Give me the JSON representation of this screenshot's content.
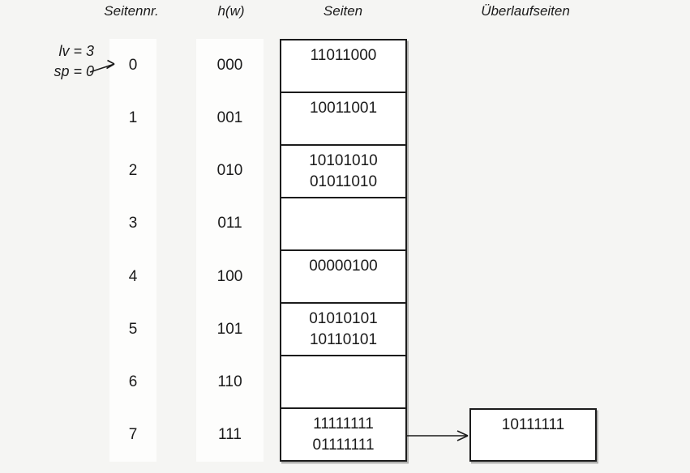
{
  "colors": {
    "background": "#f5f5f3",
    "surface": "#ffffff",
    "strip": "#fdfdfc",
    "ink": "#1b1b1b",
    "border": "#1c1c1c"
  },
  "headers": {
    "seitennr": "Seitennr.",
    "hw": "h(w)",
    "seiten": "Seiten",
    "ueberlaufseiten": "Überlaufseiten"
  },
  "annotation": {
    "lv": "lv = 3",
    "sp": "sp = 0"
  },
  "table": {
    "rows": [
      {
        "nr": "0",
        "hw": "000",
        "entries": [
          "11011000"
        ]
      },
      {
        "nr": "1",
        "hw": "001",
        "entries": [
          "10011001"
        ]
      },
      {
        "nr": "2",
        "hw": "010",
        "entries": [
          "10101010",
          "01011010"
        ]
      },
      {
        "nr": "3",
        "hw": "011",
        "entries": []
      },
      {
        "nr": "4",
        "hw": "100",
        "entries": [
          "00000100"
        ]
      },
      {
        "nr": "5",
        "hw": "101",
        "entries": [
          "01010101",
          "10110101"
        ]
      },
      {
        "nr": "6",
        "hw": "110",
        "entries": []
      },
      {
        "nr": "7",
        "hw": "111",
        "entries": [
          "11111111",
          "01111111"
        ]
      }
    ]
  },
  "overflow": {
    "attached_to_row": "7",
    "entries": [
      "10111111"
    ]
  }
}
